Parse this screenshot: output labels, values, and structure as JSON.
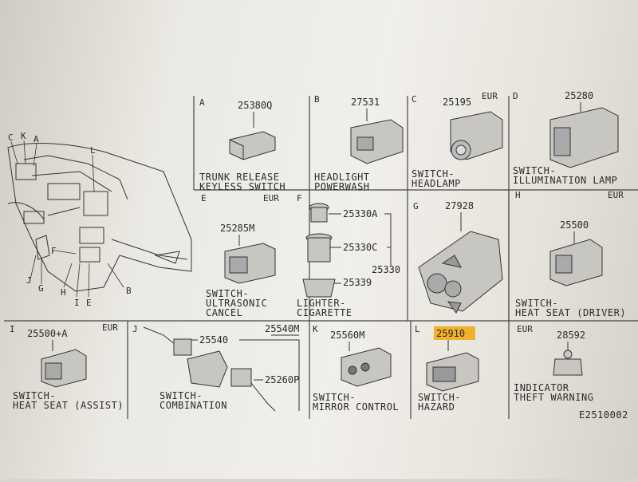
{
  "figure_code": "E2510002",
  "dash_callouts": [
    "C",
    "K",
    "A",
    "L",
    "F",
    "J",
    "G",
    "H",
    "I",
    "E",
    "B"
  ],
  "cells": {
    "A": {
      "letter": "A",
      "part": "25380Q",
      "region": "",
      "caption": [
        "TRUNK RELEASE",
        "KEYLESS SWITCH"
      ]
    },
    "B": {
      "letter": "B",
      "part": "27531",
      "region": "",
      "caption": [
        "HEADLIGHT",
        "POWERWASH"
      ]
    },
    "C": {
      "letter": "C",
      "part": "25195",
      "region": "EUR",
      "caption": [
        "SWITCH-",
        "HEADLAMP"
      ]
    },
    "D": {
      "letter": "D",
      "part": "25280",
      "region": "",
      "caption": [
        "SWITCH-",
        "ILLUMINATION LAMP"
      ]
    },
    "E": {
      "letter": "E",
      "part": "25285M",
      "region": "EUR",
      "caption": [
        "SWITCH-",
        "ULTRASONIC",
        "CANCEL"
      ]
    },
    "F": {
      "letter": "F",
      "parts": [
        "25330A",
        "25330C",
        "25330",
        "25339"
      ],
      "caption": [
        "LIGHTER-",
        "CIGARETTE"
      ]
    },
    "G": {
      "letter": "G",
      "part": "27928",
      "caption": []
    },
    "H": {
      "letter": "H",
      "part": "25500",
      "region": "EUR",
      "caption": [
        "SWITCH-",
        "HEAT SEAT (DRIVER)"
      ]
    },
    "I": {
      "letter": "I",
      "part": "25500+A",
      "region": "EUR",
      "caption": [
        "SWITCH-",
        "HEAT SEAT (ASSIST)"
      ]
    },
    "J": {
      "letter": "J",
      "parts": [
        "25540",
        "25540M",
        "25260P"
      ],
      "caption": [
        "SWITCH-",
        "COMBINATION"
      ]
    },
    "K": {
      "letter": "K",
      "part": "25560M",
      "caption": [
        "SWITCH-",
        "MIRROR CONTROL"
      ]
    },
    "L": {
      "letter": "L",
      "part": "25910",
      "caption": [
        "SWITCH-",
        "HAZARD"
      ]
    },
    "M": {
      "region": "EUR",
      "part": "28592",
      "caption": [
        "INDICATOR",
        "THEFT WARNING"
      ]
    }
  },
  "colors": {
    "highlight": "#f2b12a",
    "ink": "#2a2a2a",
    "paper": "#efede8"
  }
}
